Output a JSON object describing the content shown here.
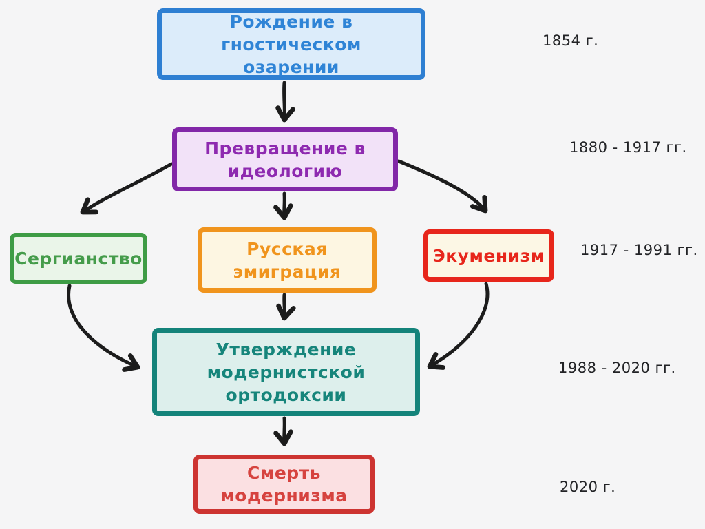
{
  "diagram": {
    "title": "Timeline flowchart of modernism stages (Russian)",
    "background_color": "#f5f5f6",
    "ink_color": "#1c1c1c",
    "nodes": [
      {
        "id": "gnostic-birth",
        "label": "Рождение в гностическом\nозарении",
        "border": "#2e7fd2",
        "fill": "#dcecfa",
        "text_color": "#2f84d6"
      },
      {
        "id": "ideology",
        "label": "Превращение в\nидеологию",
        "border": "#8227a8",
        "fill": "#f2e2f8",
        "text_color": "#8e2ab0"
      },
      {
        "id": "sergianism",
        "label": "Сергианство",
        "border": "#3e9c45",
        "fill": "#eaf5e9",
        "text_color": "#459c4b"
      },
      {
        "id": "russian-emigration",
        "label": "Русская\nэмиграция",
        "border": "#f0941d",
        "fill": "#fdf6e2",
        "text_color": "#f0941d"
      },
      {
        "id": "ecumenism",
        "label": "Экуменизм",
        "border": "#e7261b",
        "fill": "#fcf7e5",
        "text_color": "#e7261b"
      },
      {
        "id": "modernist-orthodoxy",
        "label": "Утверждение\nмодернистской\nортодоксии",
        "border": "#14837a",
        "fill": "#ddefec",
        "text_color": "#16857b"
      },
      {
        "id": "death-of-modernism",
        "label": "Смерть\nмодернизма",
        "border": "#cd3431",
        "fill": "#fbe0e2",
        "text_color": "#d6433f"
      }
    ],
    "edges": [
      {
        "from": "gnostic-birth",
        "to": "ideology"
      },
      {
        "from": "ideology",
        "to": "sergianism"
      },
      {
        "from": "ideology",
        "to": "russian-emigration"
      },
      {
        "from": "ideology",
        "to": "ecumenism"
      },
      {
        "from": "sergianism",
        "to": "modernist-orthodoxy"
      },
      {
        "from": "russian-emigration",
        "to": "modernist-orthodoxy"
      },
      {
        "from": "ecumenism",
        "to": "modernist-orthodoxy"
      },
      {
        "from": "modernist-orthodoxy",
        "to": "death-of-modernism"
      }
    ],
    "timeline": [
      {
        "label": "1854 г."
      },
      {
        "label": "1880 - 1917 гг."
      },
      {
        "label": "1917 - 1991 гг."
      },
      {
        "label": "1988 - 2020 гг."
      },
      {
        "label": "2020 г."
      }
    ]
  }
}
